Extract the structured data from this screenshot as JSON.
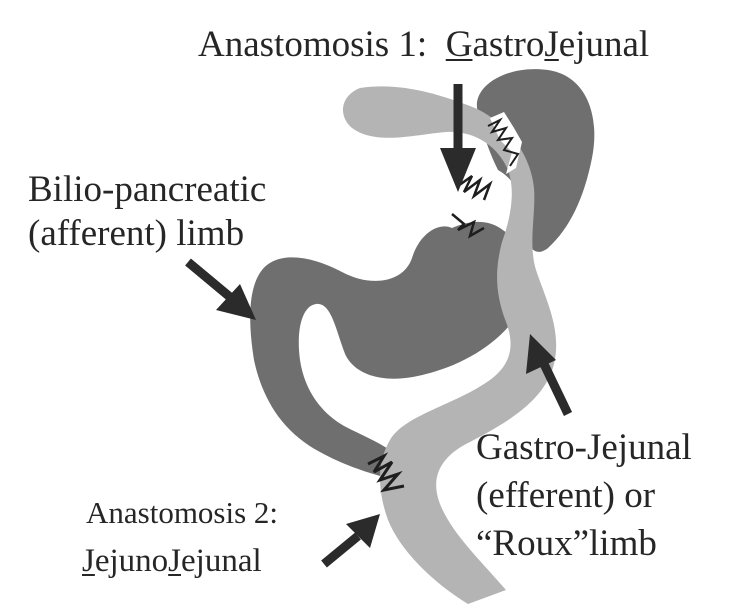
{
  "labels": {
    "anastomosis1": {
      "prefix": "Anastomosis 1:  ",
      "g": "G",
      "astro": "astro",
      "j": "J",
      "ejunal": "ejunal"
    },
    "biliopancreatic": {
      "line1": "Bilio-pancreatic",
      "line2": "(afferent) limb"
    },
    "gastrojejunal_limb": {
      "line1": "Gastro-Jejunal",
      "line2": "(efferent) or",
      "line3": "“Roux”limb"
    },
    "anastomosis2": {
      "title": "Anastomosis 2:",
      "j1": "J",
      "ejuno": "ejuno",
      "j2": "J",
      "ejunal": "ejunal"
    }
  },
  "colors": {
    "background": "#ffffff",
    "stomach_dark": "#6f6f6f",
    "roux_limb_light": "#b4b4b4",
    "arrow": "#2b2b2b",
    "text": "#262626"
  }
}
